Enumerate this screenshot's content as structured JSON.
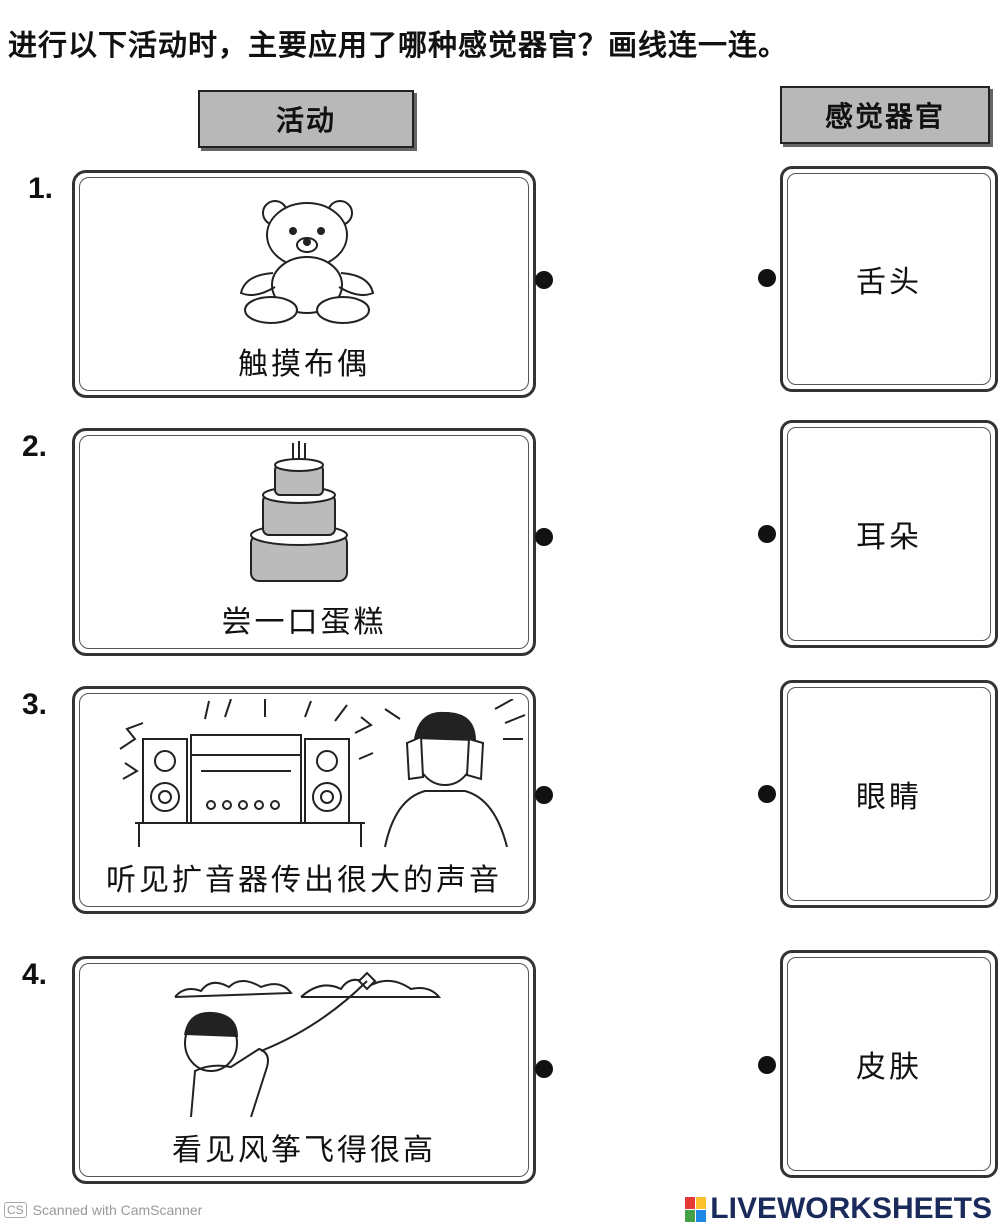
{
  "instruction": "进行以下活动时，主要应用了哪种感觉器官？画线连一连。",
  "headers": {
    "activity": "活动",
    "organ": "感觉器官"
  },
  "activities": [
    {
      "number": "1.",
      "caption": "触摸布偶",
      "icon": "teddy-bear-icon"
    },
    {
      "number": "2.",
      "caption": "尝一口蛋糕",
      "icon": "cake-icon"
    },
    {
      "number": "3.",
      "caption": "听见扩音器传出很大的声音",
      "icon": "loud-speaker-boy-icon"
    },
    {
      "number": "4.",
      "caption": "看见风筝飞得很高",
      "icon": "kite-boy-icon"
    }
  ],
  "organs": [
    {
      "label": "舌头"
    },
    {
      "label": "耳朵"
    },
    {
      "label": "眼睛"
    },
    {
      "label": "皮肤"
    }
  ],
  "footer": {
    "scanner_badge": "CS",
    "scanner_text": "Scanned with CamScanner",
    "brand": "LIVEWORKSHEETS"
  },
  "colors": {
    "header_fill": "#b8b8b8",
    "brand": "#1a2a5a"
  }
}
